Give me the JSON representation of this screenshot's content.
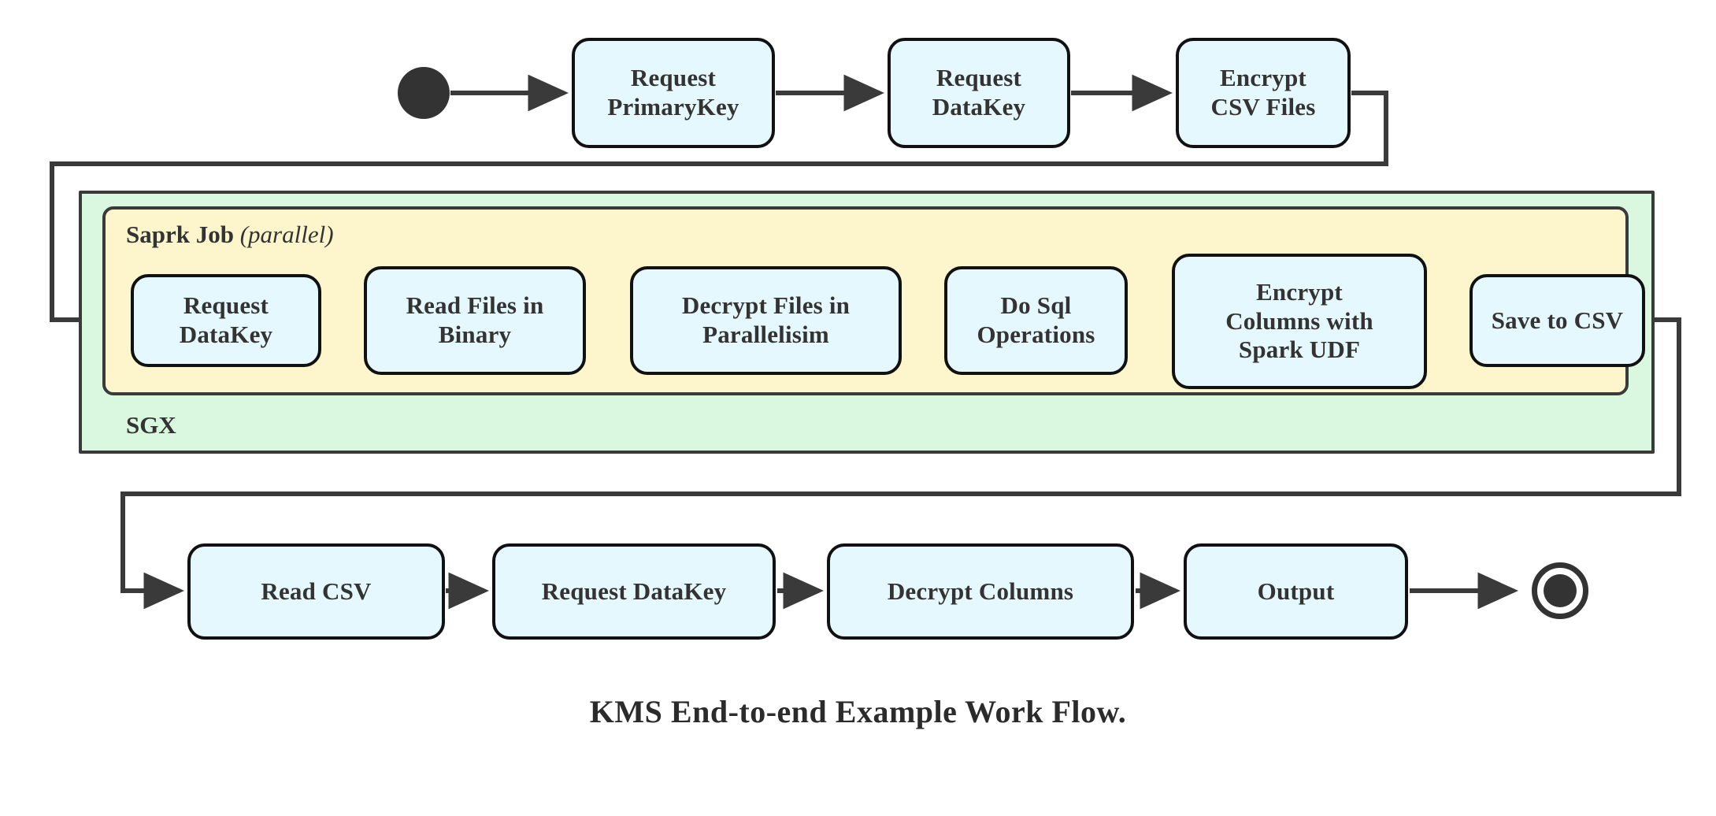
{
  "caption": "KMS End-to-end Example Work Flow.",
  "colors": {
    "node_fill": "#e4f8fd",
    "node_stroke": "#111111",
    "sgx_fill": "#d9f8df",
    "spark_fill": "#fdf6cc",
    "container_stroke": "#3a3a3a",
    "edge_stroke": "#3a3a3a",
    "terminal_fill": "#333333",
    "text": "#333333"
  },
  "containers": {
    "sgx": {
      "label": "SGX"
    },
    "spark": {
      "label_bold": "Saprk Job",
      "label_italic": "(parallel)"
    }
  },
  "terminals": {
    "start": "start-node",
    "end": "end-node"
  },
  "rows": {
    "top": {
      "nodes": [
        {
          "id": "request-primarykey",
          "label": "Request\nPrimaryKey"
        },
        {
          "id": "request-datakey-top",
          "label": "Request\nDataKey"
        },
        {
          "id": "encrypt-csv-files",
          "label": "Encrypt\nCSV Files"
        }
      ]
    },
    "spark": {
      "nodes": [
        {
          "id": "request-datakey-spark",
          "label": "Request\nDataKey"
        },
        {
          "id": "read-files-in-binary",
          "label": "Read Files in\nBinary"
        },
        {
          "id": "decrypt-files-in-parallelisim",
          "label": "Decrypt Files in\nParallelisim"
        },
        {
          "id": "do-sql-operations",
          "label": "Do Sql\nOperations"
        },
        {
          "id": "encrypt-columns-with-spark-udf",
          "label": "Encrypt\nColumns with\nSpark UDF"
        },
        {
          "id": "save-to-csv",
          "label": "Save to CSV"
        }
      ]
    },
    "bottom": {
      "nodes": [
        {
          "id": "read-csv",
          "label": "Read CSV"
        },
        {
          "id": "request-datakey-bottom",
          "label": "Request DataKey"
        },
        {
          "id": "decrypt-columns",
          "label": "Decrypt Columns"
        },
        {
          "id": "output",
          "label": "Output"
        }
      ]
    }
  },
  "chart_data": {
    "type": "diagram",
    "title": "KMS End-to-end Example Work Flow.",
    "flow": [
      "start",
      "Request PrimaryKey",
      "Request DataKey",
      "Encrypt CSV Files",
      "Request DataKey",
      "Read Files in Binary",
      "Decrypt Files in Parallelisim",
      "Do Sql Operations",
      "Encrypt Columns with Spark UDF",
      "Save to CSV",
      "Read CSV",
      "Request DataKey",
      "Decrypt Columns",
      "Output",
      "end"
    ],
    "groups": [
      {
        "name": "SGX",
        "contains": [
          "Saprk Job (parallel)"
        ]
      },
      {
        "name": "Saprk Job (parallel)",
        "contains": [
          "Request DataKey",
          "Read Files in Binary",
          "Decrypt Files in Parallelisim",
          "Do Sql Operations",
          "Encrypt Columns with Spark UDF",
          "Save to CSV"
        ]
      }
    ]
  }
}
